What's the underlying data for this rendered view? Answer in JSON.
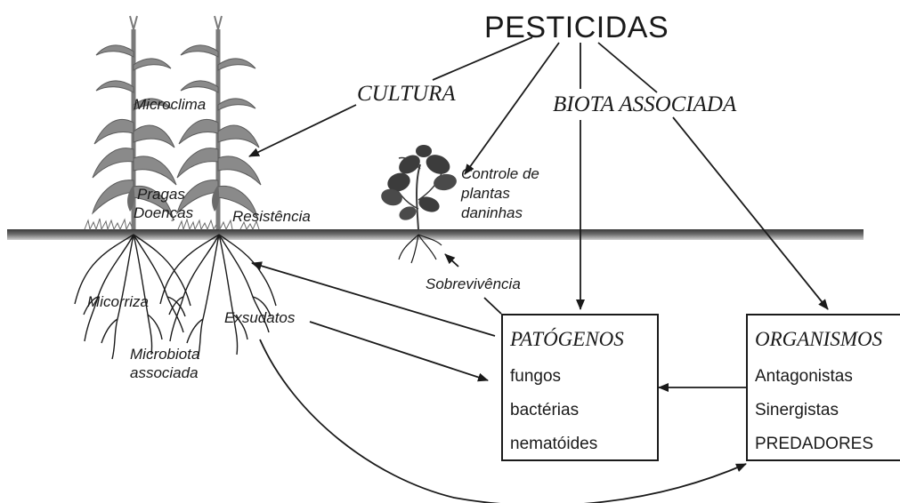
{
  "title": "PESTICIDAS",
  "labels": {
    "cultura": "CULTURA",
    "biota_associada": "BIOTA ASSOCIADA",
    "microclima": "Microclima",
    "pragas": "Pragas",
    "doencas": "Doenças",
    "resistencia": "Resistência",
    "controle": [
      "Controle de",
      "plantas",
      "daninhas"
    ],
    "sobrevivencia": "Sobrevivência",
    "micorriza": "Micorriza",
    "exsudatos": "Exsudatos",
    "microbiota": [
      "Microbiota",
      "associada"
    ]
  },
  "boxes": {
    "patogenos": {
      "title": "PATÓGENOS",
      "items": [
        "fungos",
        "bactérias",
        "nematóides"
      ]
    },
    "organismos": {
      "title": "ORGANISMOS",
      "items": [
        "Antagonistas",
        "Sinergistas",
        "PREDADORES"
      ]
    }
  },
  "icons": [
    "corn-plant-icon",
    "weed-plant-icon",
    "roots-icon"
  ]
}
